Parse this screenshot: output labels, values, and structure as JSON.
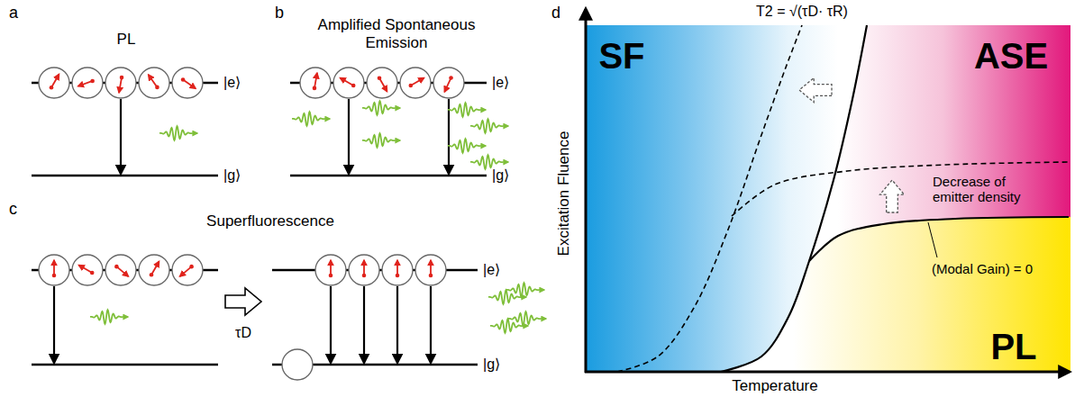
{
  "diagram": {
    "labels": [
      "a",
      "PL",
      "|e⟩",
      "|g⟩",
      "b",
      "Amplified Spontaneous Emission",
      "|e⟩",
      "|g⟩",
      "c",
      "Superfluorescence",
      "τD",
      "|e⟩",
      "|g⟩",
      "d",
      "T2 = √(τD· τR)",
      "SF",
      "ASE",
      "PL",
      "Excitation Fluence",
      "Temperature",
      "Decrease of emitter density",
      "(Modal Gain) = 0"
    ]
  }
}
